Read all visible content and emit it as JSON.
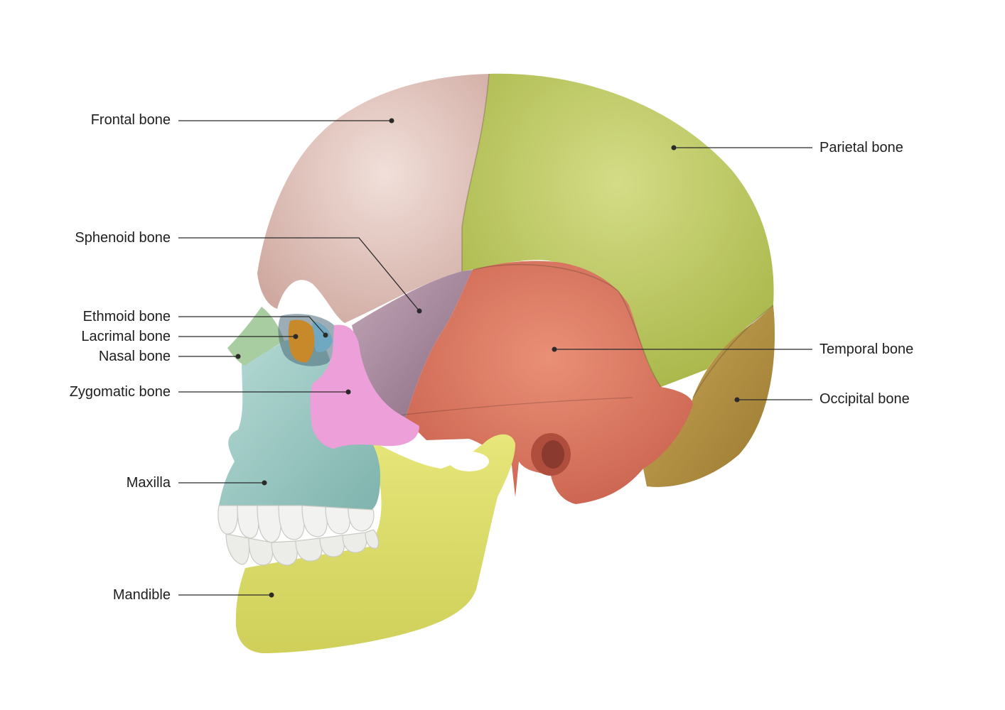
{
  "diagram": {
    "title": "",
    "labels": {
      "frontal": "Frontal bone",
      "sphenoid": "Sphenoid bone",
      "ethmoid": "Ethmoid bone",
      "lacrimal": "Lacrimal bone",
      "nasal": "Nasal bone",
      "zygomatic": "Zygomatic bone",
      "maxilla": "Maxilla",
      "mandible": "Mandible",
      "parietal": "Parietal bone",
      "temporal": "Temporal bone",
      "occipital": "Occipital bone"
    },
    "colors": {
      "frontal": "#e6cdc6",
      "parietal": "#c4cf6c",
      "temporal": "#e0806a",
      "sphenoid": "#a88a9e",
      "occipital": "#b79a48",
      "ethmoid": "#6fa8c0",
      "lacrimal": "#c8892a",
      "nasal": "#a8cda0",
      "zygomatic": "#ec9fd9",
      "maxilla": "#9fcbc6",
      "mandible": "#d9d96a",
      "teeth": "#f2f2f0"
    }
  }
}
